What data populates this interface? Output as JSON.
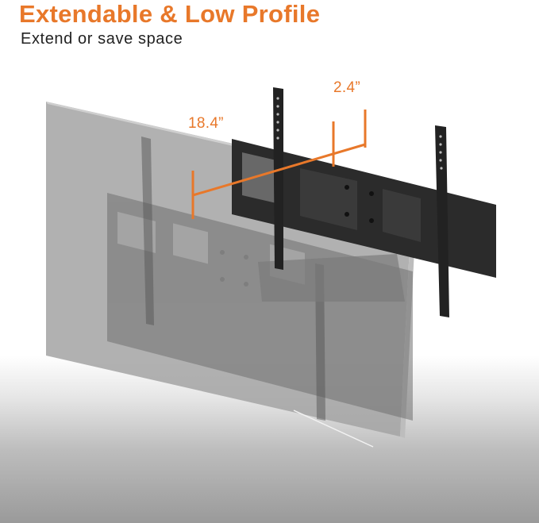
{
  "header": {
    "title": "Extendable & Low Profile",
    "subtitle": "Extend or save space"
  },
  "dimensions": {
    "extension_label": "18.4”",
    "profile_label": "2.4”"
  },
  "illustration": {
    "subject": "full-motion-tv-wall-mount-with-tv",
    "description": "Articulating TV wall mount shown extended from wall plate, with translucent TV panel"
  },
  "colors": {
    "accent": "#e8782a",
    "title_text": "#e8782a",
    "subtitle_text": "#222222",
    "mount_metal": "#2b2b2b",
    "tv_panel": "#9c9c9c"
  }
}
